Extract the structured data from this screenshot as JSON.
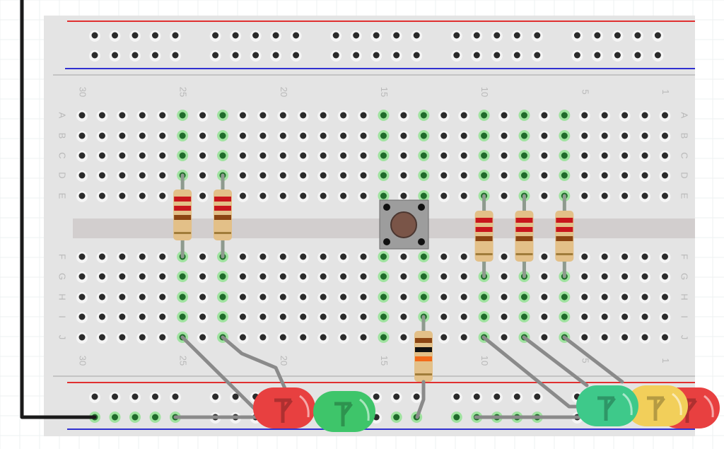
{
  "breadboard": {
    "column_labels": [
      "30",
      "25",
      "20",
      "15",
      "10",
      "5",
      "1"
    ],
    "row_labels_top": [
      "A",
      "B",
      "C",
      "D",
      "E"
    ],
    "row_labels_bottom": [
      "F",
      "G",
      "H",
      "I",
      "J"
    ],
    "highlighted_columns": [
      25,
      23,
      15,
      13,
      10,
      8,
      6
    ]
  },
  "colors": {
    "board": "#e4e4e4",
    "rail_positive": "#e03030",
    "rail_negative": "#3030d0",
    "hole": "#2b2b2b",
    "hole_connected": "#1f6b2a",
    "wire": "#8a8a8a",
    "ground_wire": "#1a1a1a"
  },
  "components": {
    "leds": [
      {
        "color": "red",
        "hex": "#e84040"
      },
      {
        "color": "green",
        "hex": "#3ec56a"
      },
      {
        "color": "green",
        "hex": "#3ec98a"
      },
      {
        "color": "yellow",
        "hex": "#f2cf5a"
      },
      {
        "color": "red",
        "hex": "#e84040"
      }
    ],
    "resistors_220": 5,
    "resistor_10k": 1,
    "pushbutton": 1
  }
}
